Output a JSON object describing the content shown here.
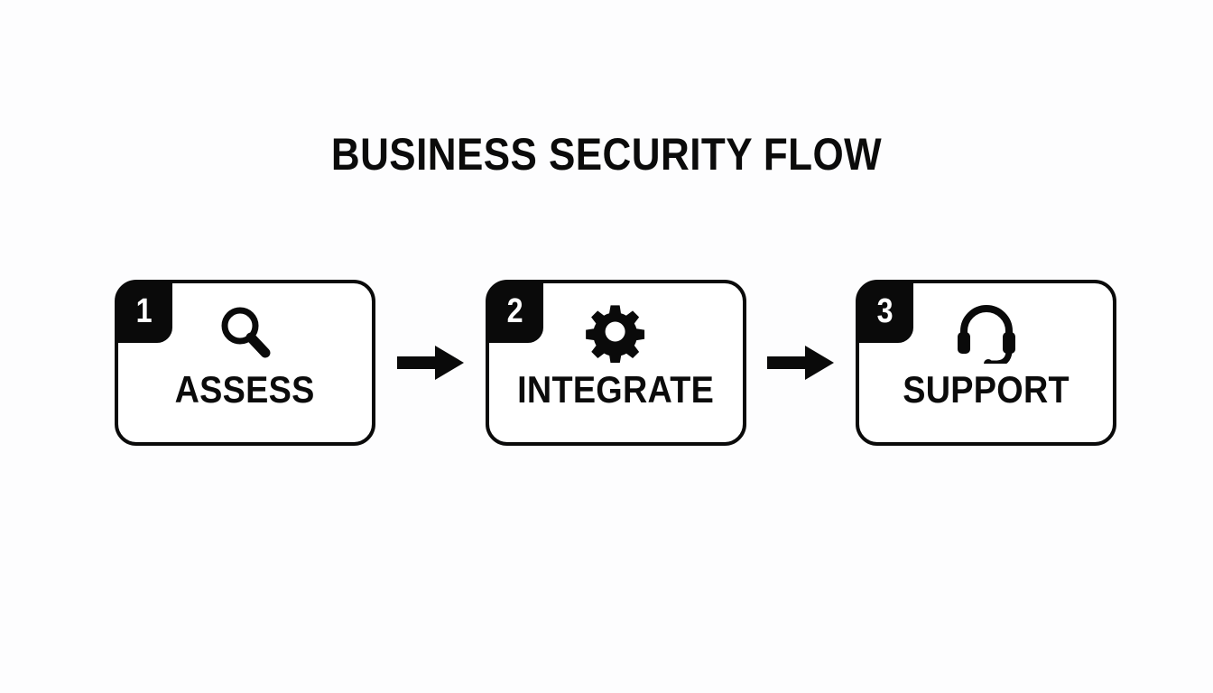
{
  "page": {
    "title": "BUSINESS SECURITY FLOW",
    "background_color": "#fdfdfe",
    "ink_color": "#0a0a0a"
  },
  "flow": {
    "steps": [
      {
        "number": "1",
        "label": "ASSESS",
        "icon": "magnifier-icon"
      },
      {
        "number": "2",
        "label": "INTEGRATE",
        "icon": "gear-icon"
      },
      {
        "number": "3",
        "label": "SUPPORT",
        "icon": "headset-icon"
      }
    ],
    "connectors": [
      {
        "icon": "arrow-right-icon"
      },
      {
        "icon": "arrow-right-icon"
      }
    ]
  }
}
